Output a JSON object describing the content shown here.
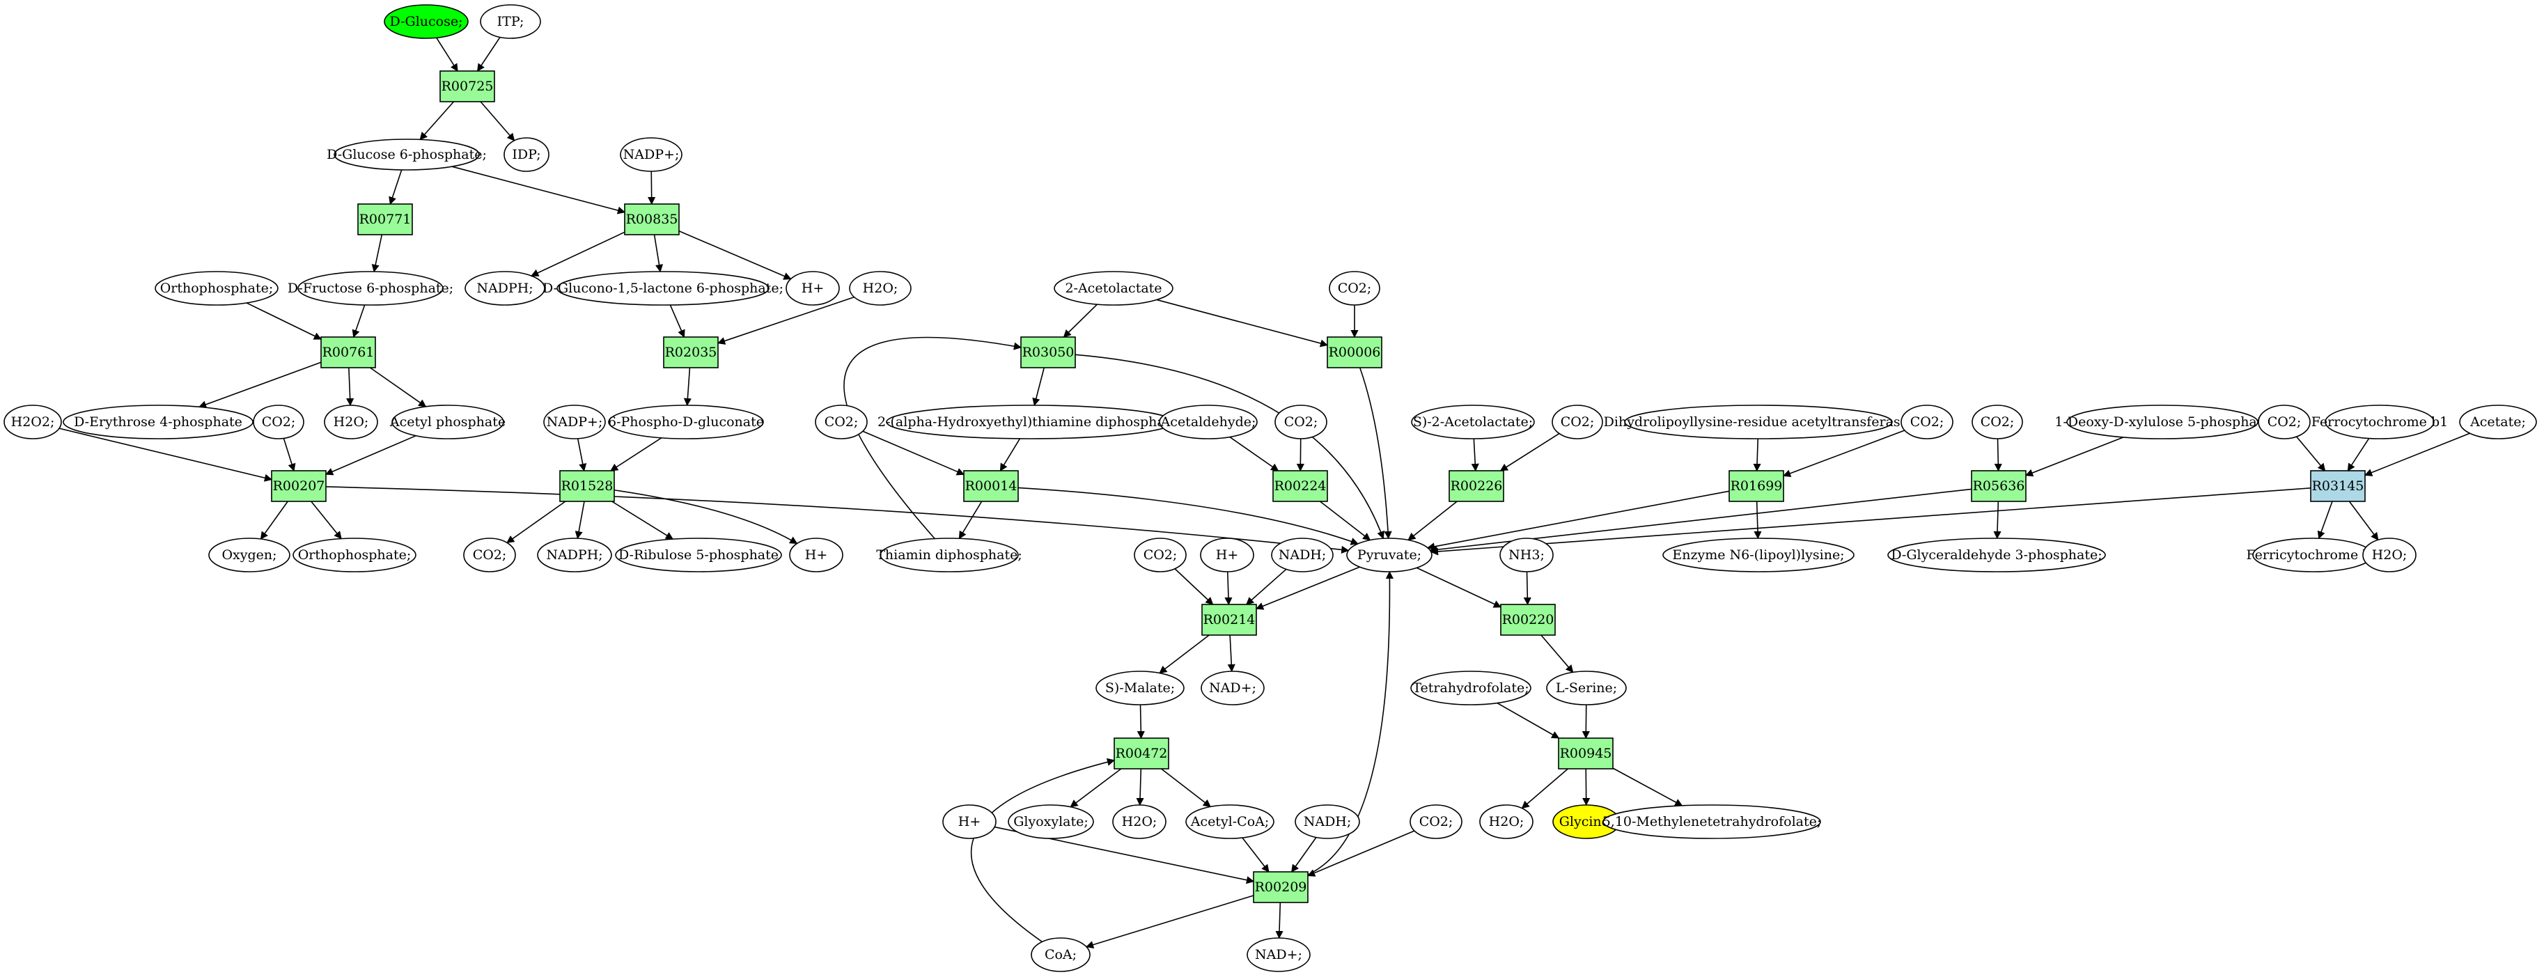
{
  "colors": {
    "reaction": "#98fb98",
    "reaction_alt": "#add8e6",
    "source": "#00ff00",
    "target": "#ffff00",
    "compound": "#ffffff"
  },
  "compounds": {
    "glucose": "D-Glucose;",
    "itp": "ITP;",
    "g6p": "D-Glucose 6-phosphate;",
    "idp": "IDP;",
    "nadp1": "NADP+;",
    "nadph1": "NADPH;",
    "gluconolactone": "D-Glucono-1,5-lactone 6-phosphate;",
    "h1": "H+",
    "orthophosphate1": "Orthophosphate;",
    "f6p": "D-Fructose 6-phosphate;",
    "h2o1": "H2O;",
    "acetolactate": "2-Acetolactate",
    "co2_1": "CO2;",
    "h2o2": "H2O2;",
    "erythrose": "D-Erythrose 4-phosphate",
    "co2_2": "CO2;",
    "h2o2b": "H2O;",
    "acetylphos": "Acetyl phosphate",
    "nadp2": "NADP+;",
    "phosphogluconate": "6-Phospho-D-gluconate",
    "co2_3": "CO2;",
    "hethdp": "2-(alpha-Hydroxyethyl)thiamine diphosphate;",
    "acetaldehyde": "Acetaldehyde;",
    "co2_4": "CO2;",
    "s_acetolactate": "S)-2-Acetolactate;",
    "co2_5": "CO2;",
    "dihydrolipoyl": "Dihydrolipoyllysine-residue acetyltransferase]",
    "co2_6": "CO2;",
    "co2_7": "CO2;",
    "deoxyxylulose": "1-Deoxy-D-xylulose 5-phosphate",
    "co2_8": "CO2;",
    "ferrocytochrome": "Ferrocytochrome b1",
    "acetate": "Acetate;",
    "oxygen": "Oxygen;",
    "orthophosphate2": "Orthophosphate;",
    "co2_9": "CO2;",
    "nadph2": "NADPH;",
    "ribulose": "D-Ribulose 5-phosphate",
    "h2": "H+",
    "thiamin": "Thiamin diphosphate;",
    "pyruvate": "Pyruvate;",
    "lipoyl": "Enzyme N6-(lipoyl)lysine;",
    "g3p": "D-Glyceraldehyde 3-phosphate;",
    "ferricytochrome": "Ferricytochrome b1",
    "h2o3": "H2O;",
    "co2_10": "CO2;",
    "h3": "H+",
    "nadh1": "NADH;",
    "nh3": "NH3;",
    "malate": "S)-Malate;",
    "nad1": "NAD+;",
    "thf": "Tetrahydrofolate;",
    "serine": "L-Serine;",
    "glyoxylate": "Glyoxylate;",
    "h2o4": "H2O;",
    "acetylcoa": "Acetyl-CoA;",
    "h2o5": "H2O;",
    "glycine": "Glycine;",
    "methylenethf": "5,10-Methylenetetrahydrofolate;",
    "h4": "H+",
    "nadh2": "NADH;",
    "co2_11": "CO2;",
    "coa": "CoA;",
    "nad2": "NAD+;"
  },
  "reactions": {
    "R00725": "R00725",
    "R00771": "R00771",
    "R00835": "R00835",
    "R00761": "R00761",
    "R02035": "R02035",
    "R03050": "R03050",
    "R00006": "R00006",
    "R00207": "R00207",
    "R01528": "R01528",
    "R00014": "R00014",
    "R00224": "R00224",
    "R00226": "R00226",
    "R01699": "R01699",
    "R05636": "R05636",
    "R03145": "R03145",
    "R00214": "R00214",
    "R00220": "R00220",
    "R00472": "R00472",
    "R00945": "R00945",
    "R00209": "R00209"
  }
}
